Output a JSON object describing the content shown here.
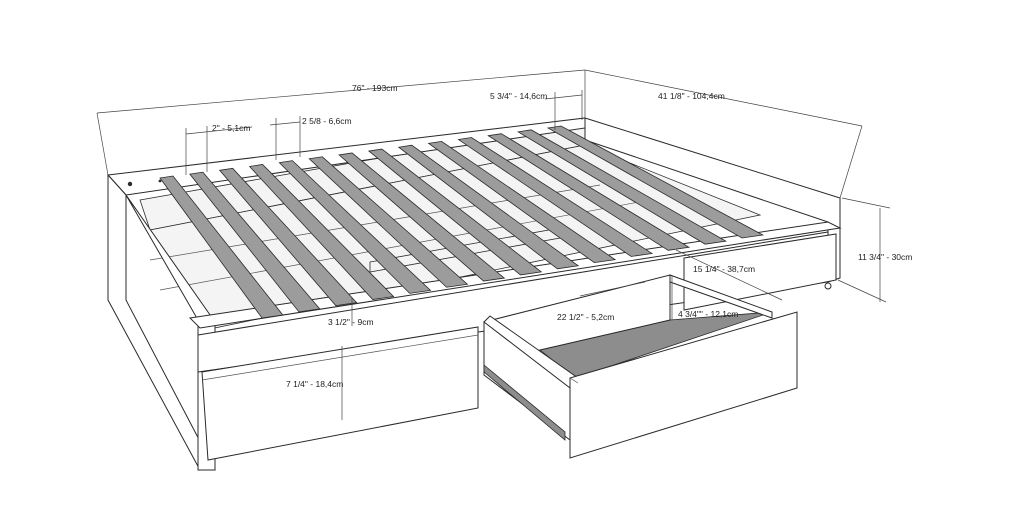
{
  "dimensions": {
    "length": "76\" - 193cm",
    "width": "41 1/8\" - 104,4cm",
    "slat_width": "2\" - 5,1cm",
    "slat_spacing": "2 5/8 - 6,6cm",
    "end_gap": "5 3/4\" - 14,6cm",
    "height": "11 3/4\" - 30cm",
    "drawer_depth": "15 1/4\" - 38,7cm",
    "drawer_height": "4 3/4\"\" - 12,1cm",
    "drawer_width": "22 1/2\" - 5,2cm",
    "base_gap": "3 1/2\" - 9cm",
    "drawer_front_height": "7 1/4\" - 18,4cm"
  },
  "colors": {
    "line": "#2a2a2a",
    "slat": "#9c9c9c",
    "drawer_bottom": "#8d8d8d",
    "background": "#ffffff"
  }
}
